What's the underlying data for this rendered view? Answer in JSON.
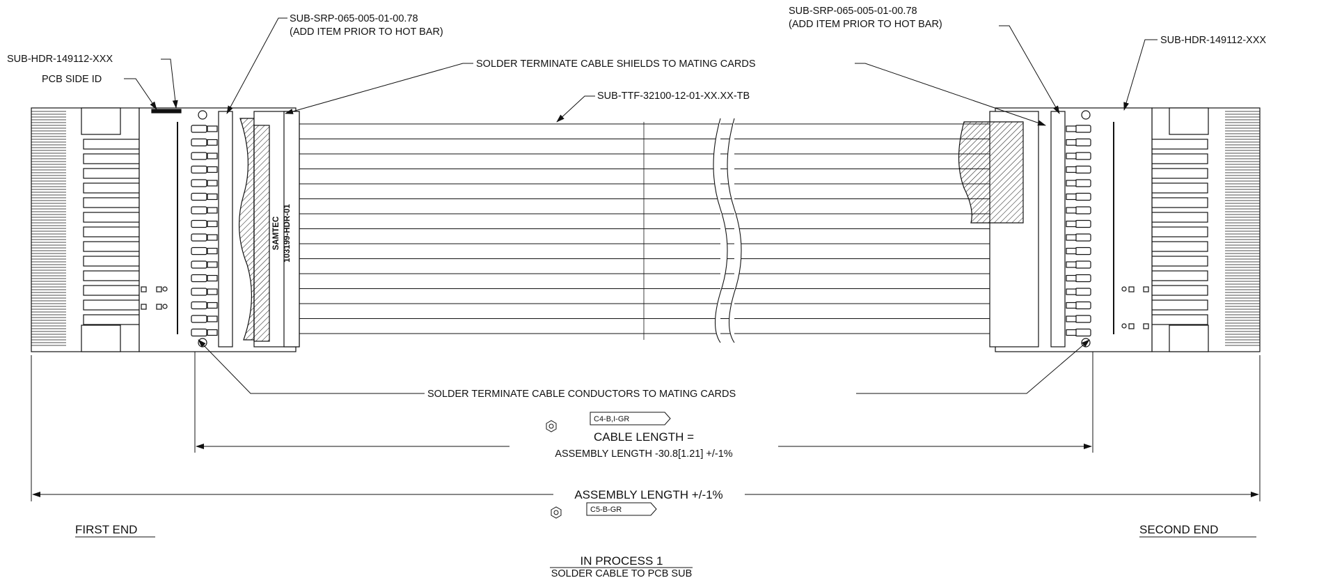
{
  "callouts": {
    "srp_left_part": "SUB-SRP-065-005-01-00.78",
    "srp_left_note": "(ADD ITEM PRIOR TO HOT BAR)",
    "srp_right_part": "SUB-SRP-065-005-01-00.78",
    "srp_right_note": "(ADD ITEM PRIOR TO HOT BAR)",
    "hdr_left": "SUB-HDR-149112-XXX",
    "hdr_right": "SUB-HDR-149112-XXX",
    "pcb_side_id": "PCB SIDE ID",
    "shields": "SOLDER TERMINATE CABLE SHIELDS TO MATING CARDS",
    "cable_part": "SUB-TTF-32100-12-01-XX.XX-TB",
    "conductors": "SOLDER TERMINATE CABLE CONDUCTORS TO MATING CARDS"
  },
  "card_marking": {
    "line1": "SAMTEC",
    "line2": "103199-HDR-01"
  },
  "dimensions": {
    "cable_length_tag": "C4-B,I-GR",
    "cable_length_line1": "CABLE LENGTH =",
    "cable_length_line2": "ASSEMBLY LENGTH -30.8[1.21] +/-1%",
    "assembly_length": "ASSEMBLY LENGTH +/-1%",
    "assembly_length_tag": "C5-B-GR"
  },
  "ends": {
    "first": "FIRST END",
    "second": "SECOND END"
  },
  "view": {
    "title": "IN PROCESS 1",
    "subtitle": "SOLDER CABLE TO PCB SUB"
  },
  "colors": {
    "line": "#111111",
    "paper": "#ffffff"
  }
}
